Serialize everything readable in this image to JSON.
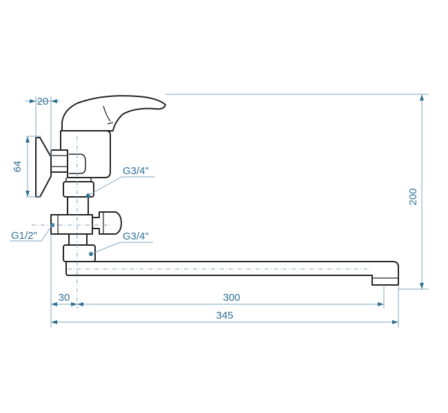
{
  "dimensions": {
    "top_offset": "20",
    "flange_height": "64",
    "total_height": "200",
    "inlet_offset": "30",
    "spout_length": "300",
    "total_length": "345"
  },
  "threads": {
    "upper": "G3/4\"",
    "lower": "G3/4\"",
    "inlet": "G1/2\""
  },
  "colors": {
    "outline": "#222222",
    "dimension_text": "#2f6f95",
    "dimension_line": "#7fa3bd"
  }
}
